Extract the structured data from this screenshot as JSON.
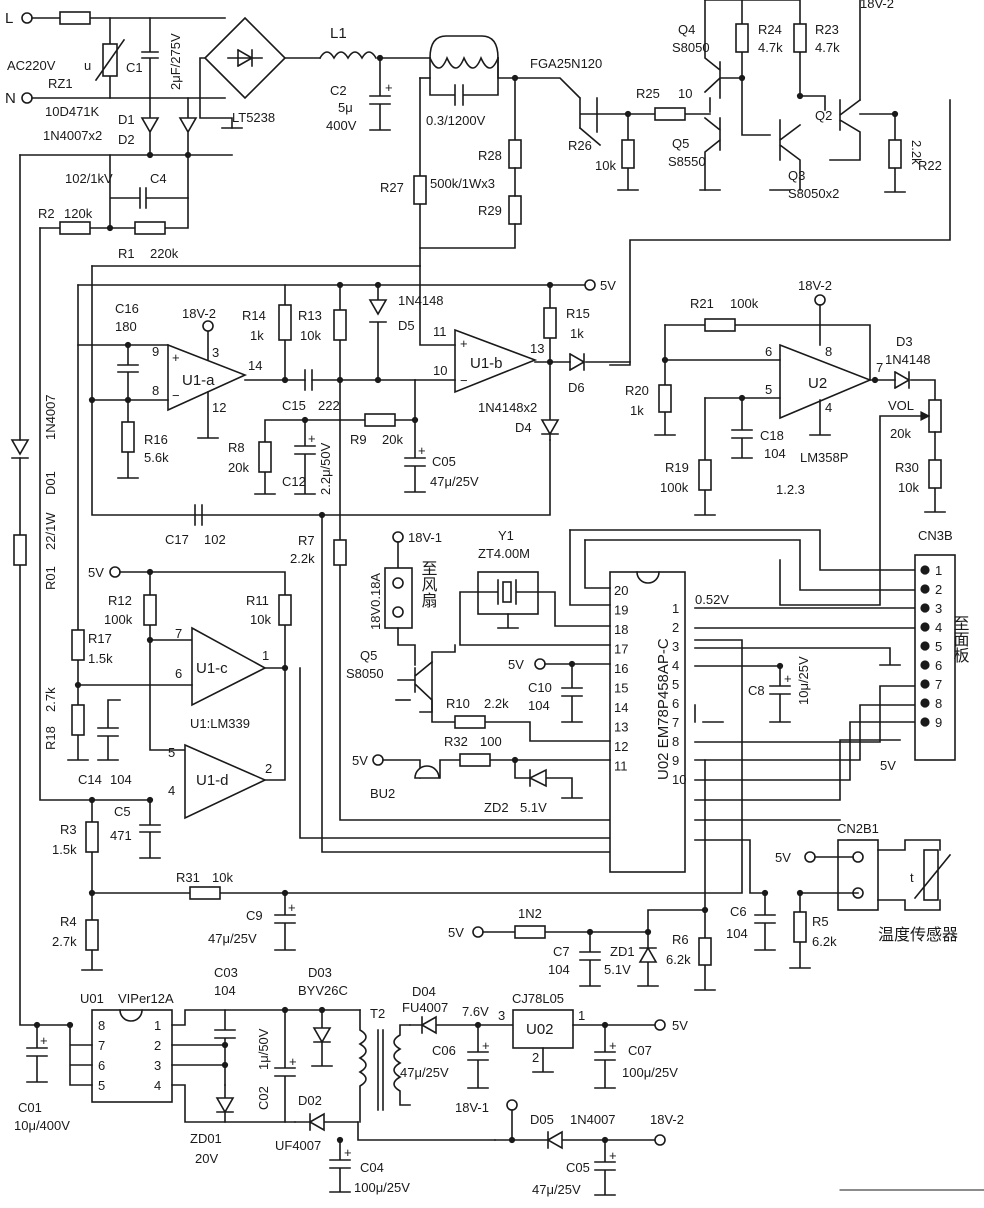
{
  "mains": {
    "l": "L",
    "n": "N",
    "volt": "AC220V"
  },
  "input": {
    "rz1": "RZ1",
    "rz1_val": "10D471K",
    "u": "u",
    "c1": "C1",
    "c1_val": "2μF/275V",
    "d1": "D1",
    "d2": "D2",
    "d12_val": "1N4007x2",
    "bridge": "LT5238",
    "l1": "L1",
    "c2": "C2",
    "c2_v1": "5μ",
    "c2_v2": "400V",
    "c4_val": "102/1kV",
    "c4": "C4",
    "r2": "R2",
    "r2_val": "120k",
    "r1": "R1",
    "r1_val": "220k",
    "coil_cap": "0.3/1200V"
  },
  "power_stage": {
    "igbt": "FGA25N120",
    "r25": "R25",
    "r25_val": "10",
    "r26": "R26",
    "r26_val": "10k",
    "r28": "R28",
    "r29": "R29",
    "r27": "R27",
    "r2829_val": "500k/1Wx3",
    "q4": "Q4",
    "q4_val": "S8050",
    "q5": "Q5",
    "q5_val": "S8550",
    "q3": "Q3",
    "q3_val": "S8050x2",
    "q2": "Q2",
    "r24": "R24",
    "r24_val": "4.7k",
    "r23": "R23",
    "r23_val": "4.7k",
    "r22": "R22",
    "r22_val": "2.2k",
    "supply": "18V-2"
  },
  "comparator": {
    "c16": "C16",
    "c16_val": "180",
    "u1a": "U1-a",
    "u1b": "U1-b",
    "r14": "R14",
    "r14_val": "1k",
    "r13": "R13",
    "r13_val": "10k",
    "d5_type": "1N4148",
    "d5": "D5",
    "r15": "R15",
    "r15_val": "1k",
    "d6": "D6",
    "d4": "D4",
    "d46_val": "1N4148x2",
    "c15": "C15",
    "c15_val": "222",
    "r9": "R9",
    "r9_val": "20k",
    "r8": "R8",
    "r8_val": "20k",
    "c12": "C12",
    "c12_val": "2.2μ/50V",
    "c05": "C05",
    "c05_val": "47μ/25V",
    "r16": "R16",
    "r16_val": "5.6k",
    "c17": "C17",
    "c17_val": "102",
    "p9": "9",
    "p8": "8",
    "p3": "3",
    "p14": "14",
    "p12": "12",
    "p11": "11",
    "p10": "10",
    "p13": "13",
    "supply": "18V-2",
    "v5": "5V"
  },
  "lm358": {
    "r21": "R21",
    "r21_val": "100k",
    "supply": "18V-2",
    "u2": "U2",
    "p6": "6",
    "p8": "8",
    "p5": "5",
    "p4": "4",
    "p7": "7",
    "d3": "D3",
    "d3_val": "1N4148",
    "vol": "VOL",
    "vol_val": "20k",
    "r20": "R20",
    "r20_val": "1k",
    "c18": "C18",
    "c18_val": "104",
    "r19": "R19",
    "r19_val": "100k",
    "part": "LM358P",
    "pins": "1.2.3",
    "r30": "R30",
    "r30_val": "10k"
  },
  "left_chain": {
    "d01": "D01",
    "d01_val": "1N4007",
    "r01": "R01",
    "r01_val": "22/1W"
  },
  "lm339": {
    "v5": "5V",
    "r12": "R12",
    "r12_val": "100k",
    "r11": "R11",
    "r11_val": "10k",
    "r7": "R7",
    "r7_val": "2.2k",
    "u1c": "U1-c",
    "u1d": "U1-d",
    "part": "U1:LM339",
    "r17": "R17",
    "r17_val": "1.5k",
    "r18": "R18",
    "r18_val": "2.7k",
    "c14": "C14",
    "c14_val": "104",
    "c5": "C5",
    "c5_val": "471",
    "r3": "R3",
    "r3_val": "1.5k",
    "r4": "R4",
    "r4_val": "2.7k",
    "r31": "R31",
    "r31_val": "10k",
    "c9": "C9",
    "c9_val": "47μ/25V",
    "p7": "7",
    "p6": "6",
    "p1": "1",
    "p5": "5",
    "p4": "4",
    "p2": "2"
  },
  "mcu": {
    "fan_supply": "18V-1",
    "fan_rating": "18V0.18A",
    "fan_label": "至风扇",
    "q5": "Q5",
    "q5_val": "S8050",
    "xtal": "Y1",
    "xtal_val": "ZT4.00M",
    "part": "U02 EM78P458AP-C",
    "v5": "5V",
    "c10": "C10",
    "c10_val": "104",
    "r10": "R10",
    "r10_val": "2.2k",
    "r32": "R32",
    "r32_val": "100",
    "bu2": "BU2",
    "zd2": "ZD2",
    "zd2_val": "5.1V",
    "left_pins": [
      "20",
      "19",
      "18",
      "17",
      "16",
      "15",
      "14",
      "13",
      "12",
      "11"
    ],
    "right_pins": [
      "1",
      "2",
      "3",
      "4",
      "5",
      "6",
      "7",
      "8",
      "9",
      "10"
    ],
    "pin1_volt": "0.52V",
    "c8": "C8",
    "c8_val": "10μ/25V"
  },
  "panel": {
    "cn3b": "CN3B",
    "pins": [
      "1",
      "2",
      "3",
      "4",
      "5",
      "6",
      "7",
      "8",
      "9"
    ],
    "label": "至面板",
    "v5": "5V"
  },
  "temp": {
    "cn2b1": "CN2B1",
    "v5": "5V",
    "label": "温度传感器",
    "t": "t",
    "c6": "C6",
    "c6_val": "104",
    "r5": "R5",
    "r5_val": "6.2k",
    "r6": "R6",
    "r6_val": "6.2k",
    "v5b": "5V",
    "l": "1N2",
    "c7": "C7",
    "c7_val": "104",
    "zd1": "ZD1",
    "zd1_val": "5.1V"
  },
  "smps": {
    "u01": "U01",
    "part": "VIPer12A",
    "lpins": [
      "8",
      "7",
      "6",
      "5"
    ],
    "rpins": [
      "1",
      "2",
      "3",
      "4"
    ],
    "c01": "C01",
    "c01_val": "10μ/400V",
    "c03": "C03",
    "c03_val": "104",
    "c02": "C02",
    "c02_val": "1μ/50V",
    "zd01": "ZD01",
    "zd01_val": "20V",
    "d03": "D03",
    "d03_val": "BYV26C",
    "d02": "D02",
    "d02_val": "UF4007",
    "t2": "T2",
    "d04": "D04",
    "d04_val": "FU4007",
    "v76": "7.6V",
    "c06": "C06",
    "c06_val": "47μ/25V",
    "reg": "CJ78L05",
    "u02": "U02",
    "rp3": "3",
    "rp1": "1",
    "rp2": "2",
    "v5": "5V",
    "c07": "C07",
    "c07_val": "100μ/25V",
    "v18_1": "18V-1",
    "d05": "D05",
    "d05_val": "1N4007",
    "v18_2": "18V-2",
    "c04": "C04",
    "c04_val": "100μ/25V",
    "c05": "C05",
    "c05_val": "47μ/25V"
  }
}
